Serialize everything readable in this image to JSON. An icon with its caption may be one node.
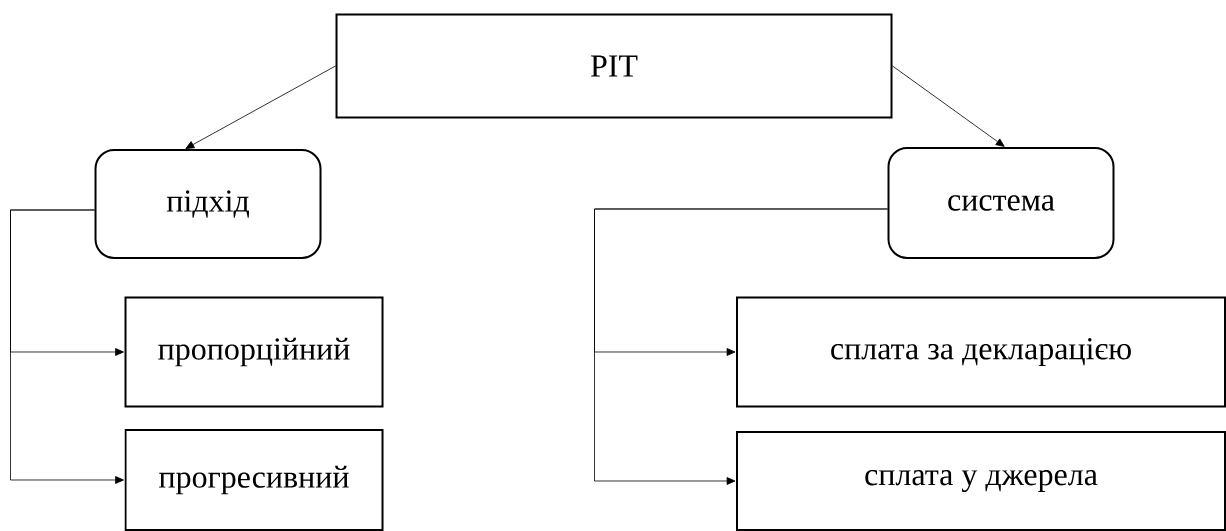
{
  "diagram": {
    "nodes": [
      {
        "text": [
          "PIT"
        ]
      },
      {
        "text": [
          "підхід"
        ]
      },
      {
        "text": [
          "система"
        ]
      },
      {
        "text": [
          "пропорційний"
        ]
      },
      {
        "text": [
          "прогресивний"
        ]
      },
      {
        "text": [
          "сплата за декларацією"
        ]
      },
      {
        "text": [
          "сплата у джерела"
        ]
      }
    ],
    "edges": [
      {
        "from": 0,
        "to": 1,
        "arrow": "to"
      },
      {
        "from": 0,
        "to": 2,
        "arrow": "to"
      },
      {
        "from": 1,
        "to": 3,
        "arrow": "to"
      },
      {
        "from": 1,
        "to": 4,
        "arrow": "to"
      },
      {
        "from": 2,
        "to": 5,
        "arrow": "to"
      },
      {
        "from": 2,
        "to": 6,
        "arrow": "to"
      }
    ]
  }
}
